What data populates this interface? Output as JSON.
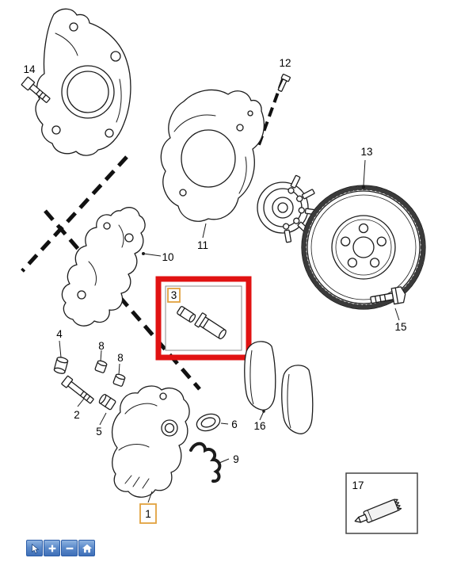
{
  "figure": {
    "callouts": [
      {
        "num": "1"
      },
      {
        "num": "2"
      },
      {
        "num": "3"
      },
      {
        "num": "4"
      },
      {
        "num": "5"
      },
      {
        "num": "6"
      },
      {
        "num": "8"
      },
      {
        "num": "8"
      },
      {
        "num": "9"
      },
      {
        "num": "10"
      },
      {
        "num": "11"
      },
      {
        "num": "12"
      },
      {
        "num": "13"
      },
      {
        "num": "14"
      },
      {
        "num": "15"
      },
      {
        "num": "16"
      },
      {
        "num": "17"
      }
    ]
  },
  "colors": {
    "highlight_red": "#e11212",
    "label_box_tan": "#e2a23f",
    "toolbar_border_blue": "#2a5ca8",
    "toolbar_fill_blue": "#5d8ccb"
  },
  "toolbar": {
    "buttons": [
      {
        "icon": "pointer-arrow"
      },
      {
        "icon": "plus"
      },
      {
        "icon": "minus"
      },
      {
        "icon": "home"
      }
    ]
  }
}
